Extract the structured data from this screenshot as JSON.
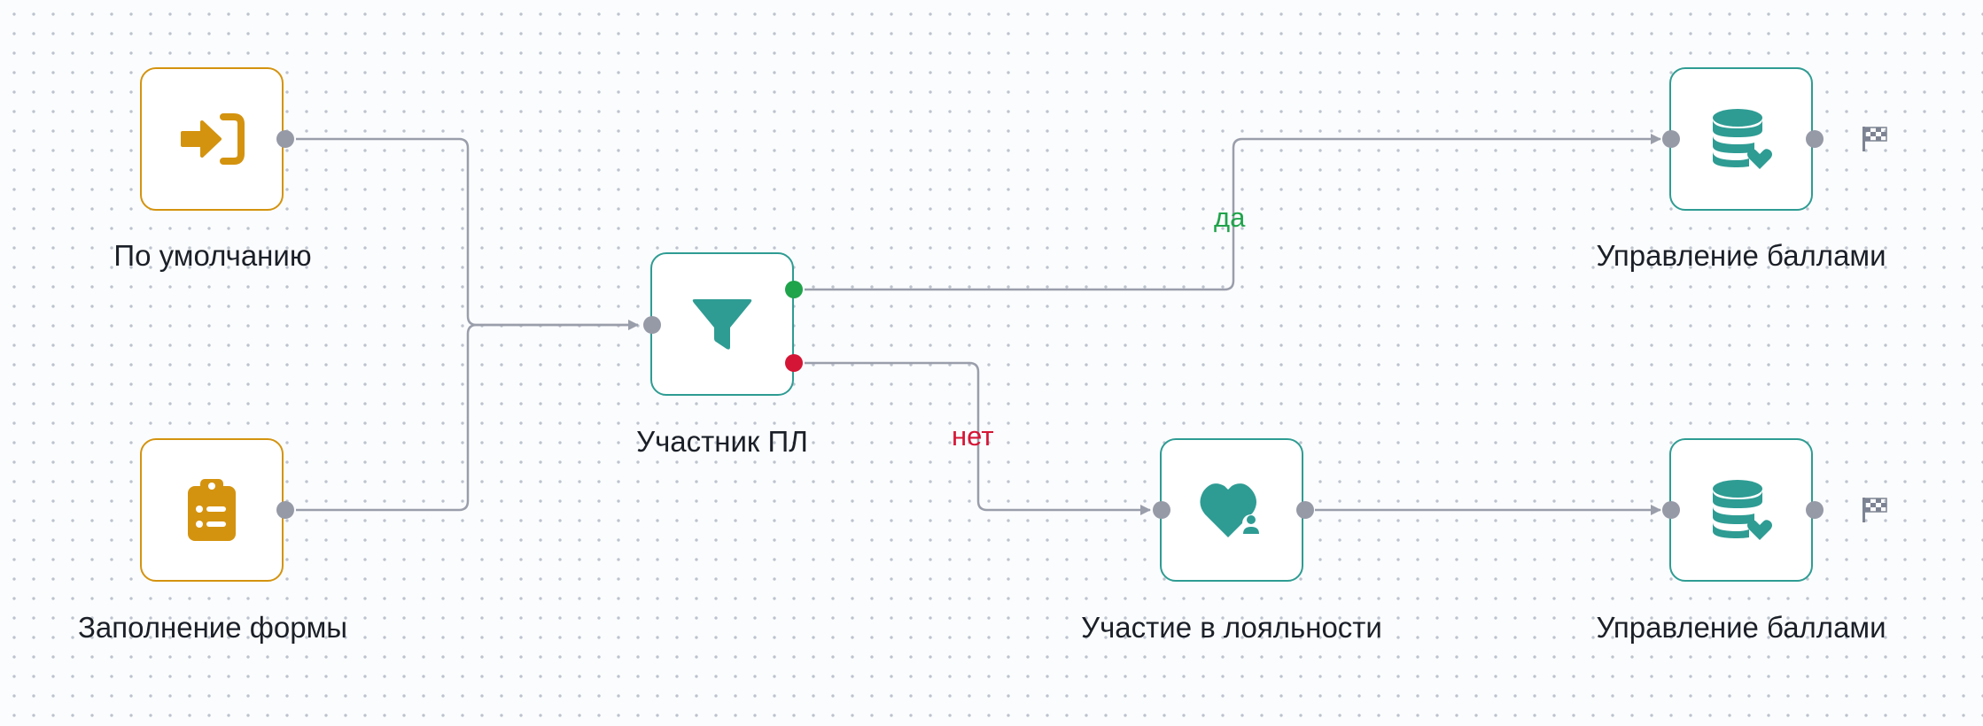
{
  "nodes": [
    {
      "label": "По умолчанию",
      "icon": "enter-icon",
      "color": "#d4930f"
    },
    {
      "label": "Заполнение формы",
      "icon": "clipboard-list-icon",
      "color": "#d4930f"
    },
    {
      "label": "Участник ПЛ",
      "icon": "funnel-filter-icon",
      "color": "#2e9c93"
    },
    {
      "label": "Управление баллами",
      "icon": "database-heart-icon",
      "color": "#2e9c93"
    },
    {
      "label": "Участие в лояльности",
      "icon": "heart-user-icon",
      "color": "#2e9c93"
    },
    {
      "label": "Управление баллами",
      "icon": "database-heart-icon",
      "color": "#2e9c93"
    }
  ],
  "edges": {
    "yes_label": "да",
    "no_label": "нет"
  },
  "colors": {
    "connector": "#9a9eab",
    "port": "#969aa7",
    "yes": "#1fa34b",
    "no": "#d51535"
  },
  "icons": {
    "end_flag": "checkered-flag-icon"
  }
}
